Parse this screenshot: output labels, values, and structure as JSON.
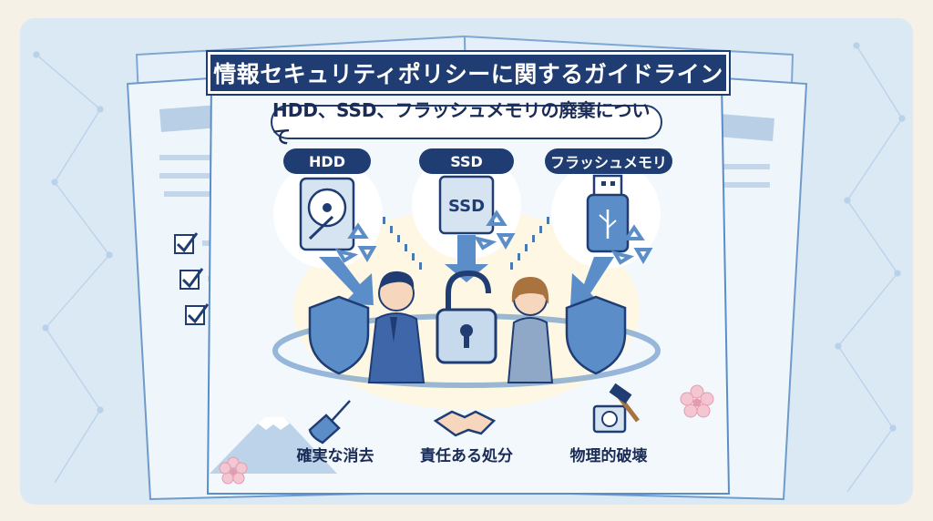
{
  "title": "情報セキュリティポリシーに関するガイドライン",
  "subtitle": "HDD、SSD、フラッシュメモリの廃棄について",
  "devices": [
    {
      "label": "HDD",
      "icon": "hdd-icon"
    },
    {
      "label": "SSD",
      "icon": "ssd-icon"
    },
    {
      "label": "フラッシュメモリ",
      "icon": "usb-flash-icon"
    }
  ],
  "ssd_chip_text": "SSD",
  "methods": [
    {
      "label": "確実な消去",
      "icon": "broom-icon"
    },
    {
      "label": "責任ある処分",
      "icon": "handshake-icon"
    },
    {
      "label": "物理的破壊",
      "icon": "hammer-icon"
    }
  ],
  "colors": {
    "navy": "#1f3d72",
    "light_blue": "#dceaf6",
    "mid_blue": "#5b8ec9",
    "background": "#f6f1e6"
  }
}
